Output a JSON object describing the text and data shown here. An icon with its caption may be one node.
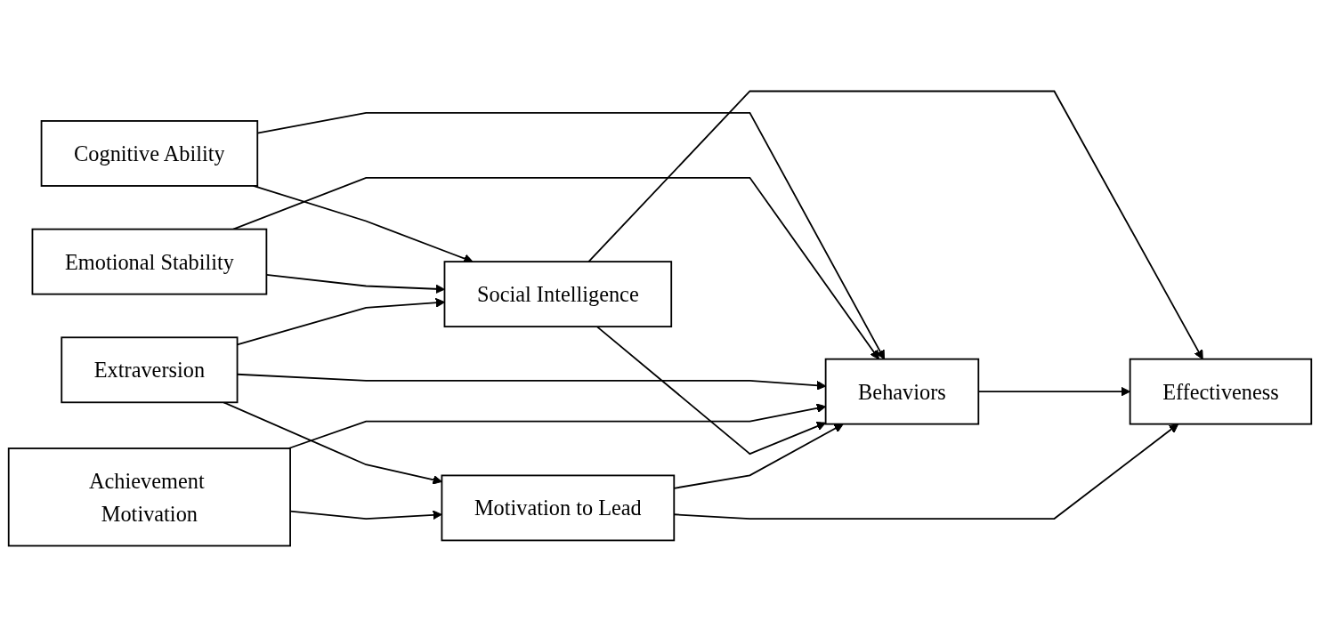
{
  "diagram": {
    "nodes": [
      {
        "text": [
          "Cognitive Ability"
        ]
      },
      {
        "text": [
          "Emotional Stability"
        ]
      },
      {
        "text": [
          "Extraversion"
        ]
      },
      {
        "text": [
          "Achievement Motivation"
        ]
      },
      {
        "text": [
          "Social Intelligence"
        ]
      },
      {
        "text": [
          "Motivation to Lead"
        ]
      },
      {
        "text": [
          "Behaviors"
        ]
      },
      {
        "text": [
          "Effectiveness"
        ]
      }
    ],
    "edges": [
      {
        "from": 0,
        "to": 4,
        "arrow": "to"
      },
      {
        "from": 0,
        "to": 6,
        "arrow": "to"
      },
      {
        "from": 1,
        "to": 4,
        "arrow": "to"
      },
      {
        "from": 1,
        "to": 6,
        "arrow": "to"
      },
      {
        "from": 2,
        "to": 4,
        "arrow": "to"
      },
      {
        "from": 2,
        "to": 6,
        "arrow": "to"
      },
      {
        "from": 2,
        "to": 5,
        "arrow": "to"
      },
      {
        "from": 3,
        "to": 6,
        "arrow": "to"
      },
      {
        "from": 3,
        "to": 5,
        "arrow": "to"
      },
      {
        "from": 4,
        "to": 6,
        "arrow": "to"
      },
      {
        "from": 4,
        "to": 7,
        "arrow": "to"
      },
      {
        "from": 6,
        "to": 7,
        "arrow": "to"
      },
      {
        "from": 5,
        "to": 6,
        "arrow": "to"
      },
      {
        "from": 5,
        "to": 7,
        "arrow": "to"
      }
    ]
  }
}
